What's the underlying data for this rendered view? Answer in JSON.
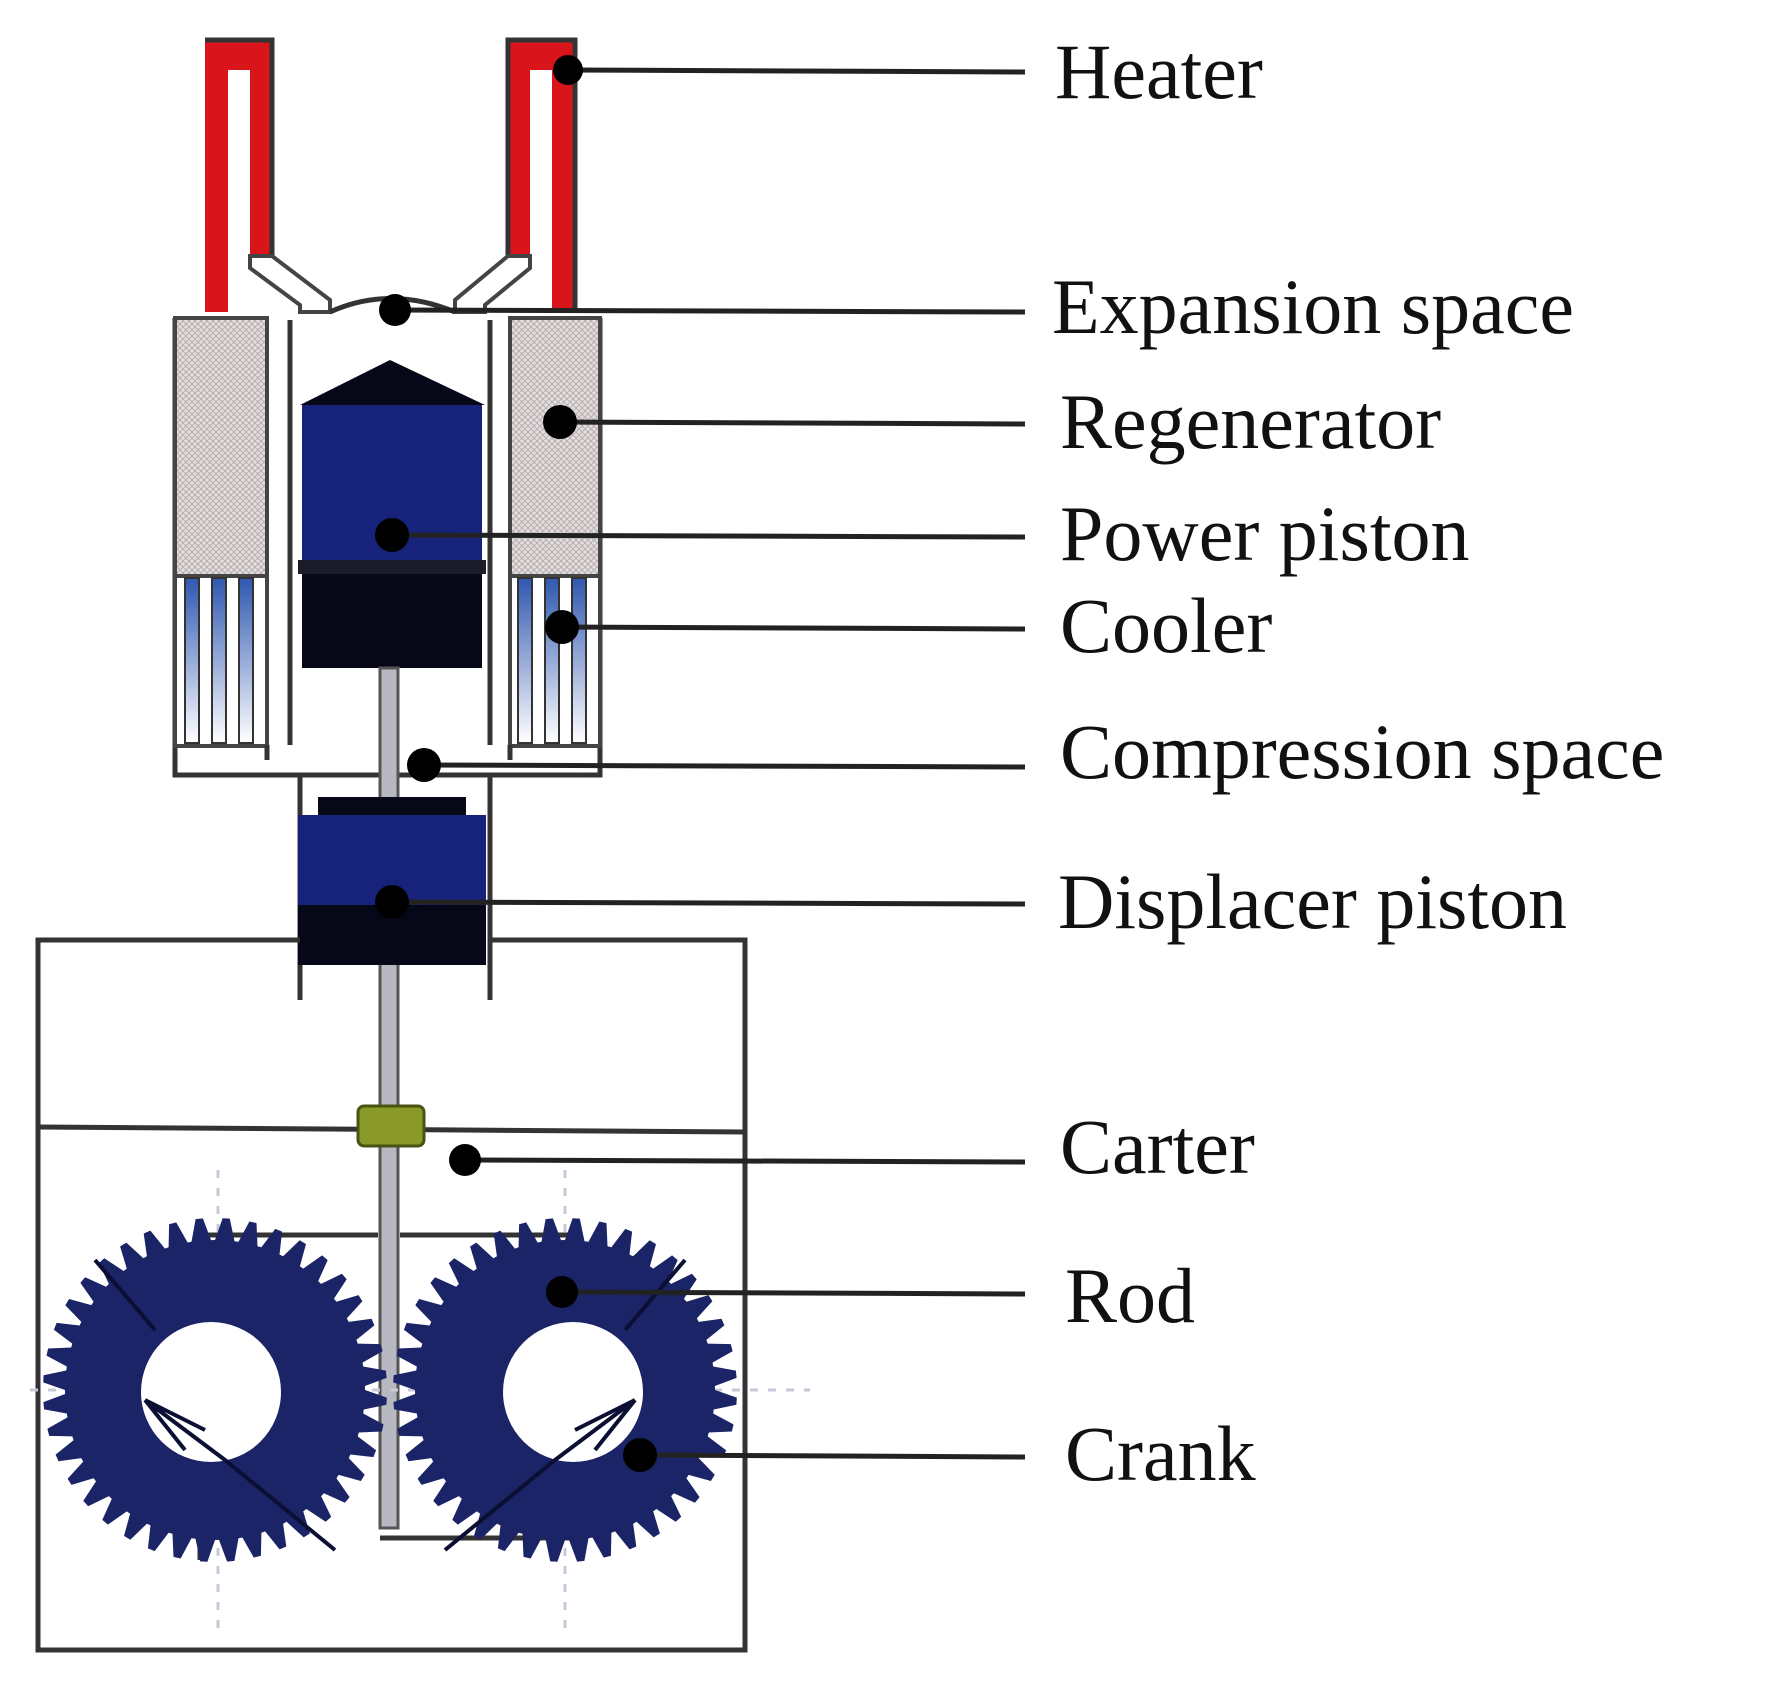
{
  "colors": {
    "heater": "#d9141b",
    "piston_blue": "#17237a",
    "piston_dark": "#060818",
    "gear": "#1a2466",
    "regenerator": "#dcd6d6",
    "cooler_blue": "#3b63b8",
    "bushing": "#8a9a2a"
  },
  "labels": [
    {
      "id": "heater",
      "text": "Heater"
    },
    {
      "id": "expansion-space",
      "text": "Expansion space"
    },
    {
      "id": "regenerator",
      "text": "Regenerator"
    },
    {
      "id": "power-piston",
      "text": "Power piston"
    },
    {
      "id": "cooler",
      "text": "Cooler"
    },
    {
      "id": "compression-space",
      "text": "Compression space"
    },
    {
      "id": "displacer-piston",
      "text": "Displacer piston"
    },
    {
      "id": "carter",
      "text": "Carter"
    },
    {
      "id": "rod",
      "text": "Rod"
    },
    {
      "id": "crank",
      "text": "Crank"
    }
  ]
}
